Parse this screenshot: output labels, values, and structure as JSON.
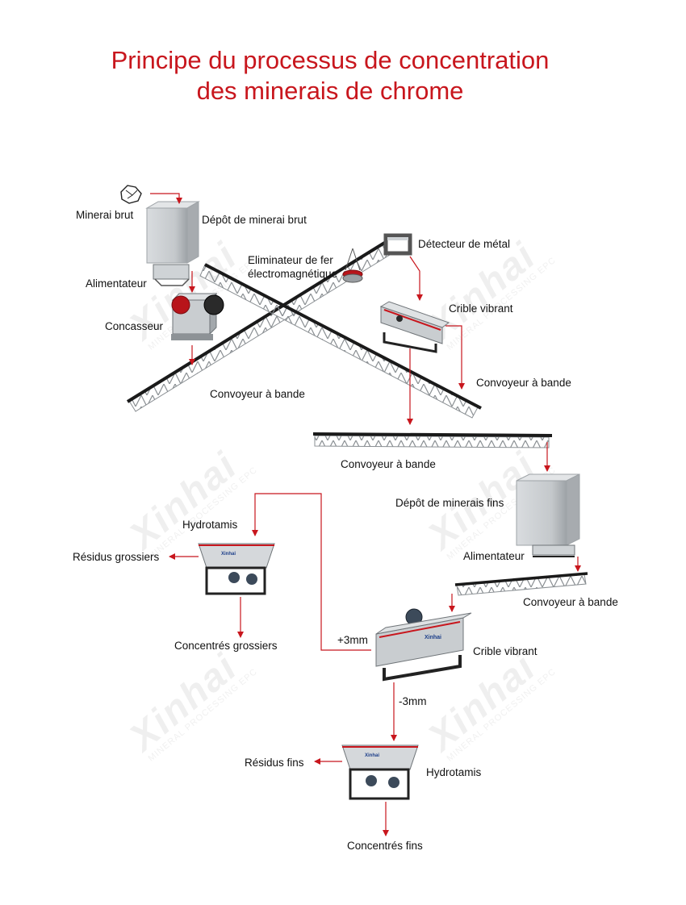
{
  "title": {
    "line1": "Principe du processus de concentration",
    "line2": "des minerais de chrome"
  },
  "labels": {
    "raw_ore": "Minerai brut",
    "raw_ore_depot": "Dépôt de minerai brut",
    "feeder_1": "Alimentateur",
    "crusher": "Concasseur",
    "electromagnet_1": "Eliminateur de fer",
    "electromagnet_2": "électromagnétique",
    "metal_detector": "Détecteur de métal",
    "vibrating_screen_1": "Crible vibrant",
    "conveyor_1": "Convoyeur à bande",
    "conveyor_2": "Convoyeur à bande",
    "conveyor_3": "Convoyeur à bande",
    "fines_depot": "Dépôt de minerais fins",
    "feeder_2": "Alimentateur",
    "conveyor_4": "Convoyeur à bande",
    "vibrating_screen_2": "Crible vibrant",
    "plus_3mm": "+3mm",
    "minus_3mm": "-3mm",
    "jig_1": "Hydrotamis",
    "coarse_tailings": "Résidus grossiers",
    "coarse_concentrate": "Concentrés grossiers",
    "jig_2": "Hydrotamis",
    "fine_tailings": "Résidus fins",
    "fine_concentrate": "Concentrés fins",
    "brand": "Xinhai"
  },
  "watermark": {
    "brand": "Xinhai",
    "tagline": "MINERAL PROCESSING EPC"
  },
  "colors": {
    "title": "#c8161d",
    "arrow": "#c8161d",
    "machine_gray": "#bfc3c6",
    "belt": "#1a1a1a"
  }
}
